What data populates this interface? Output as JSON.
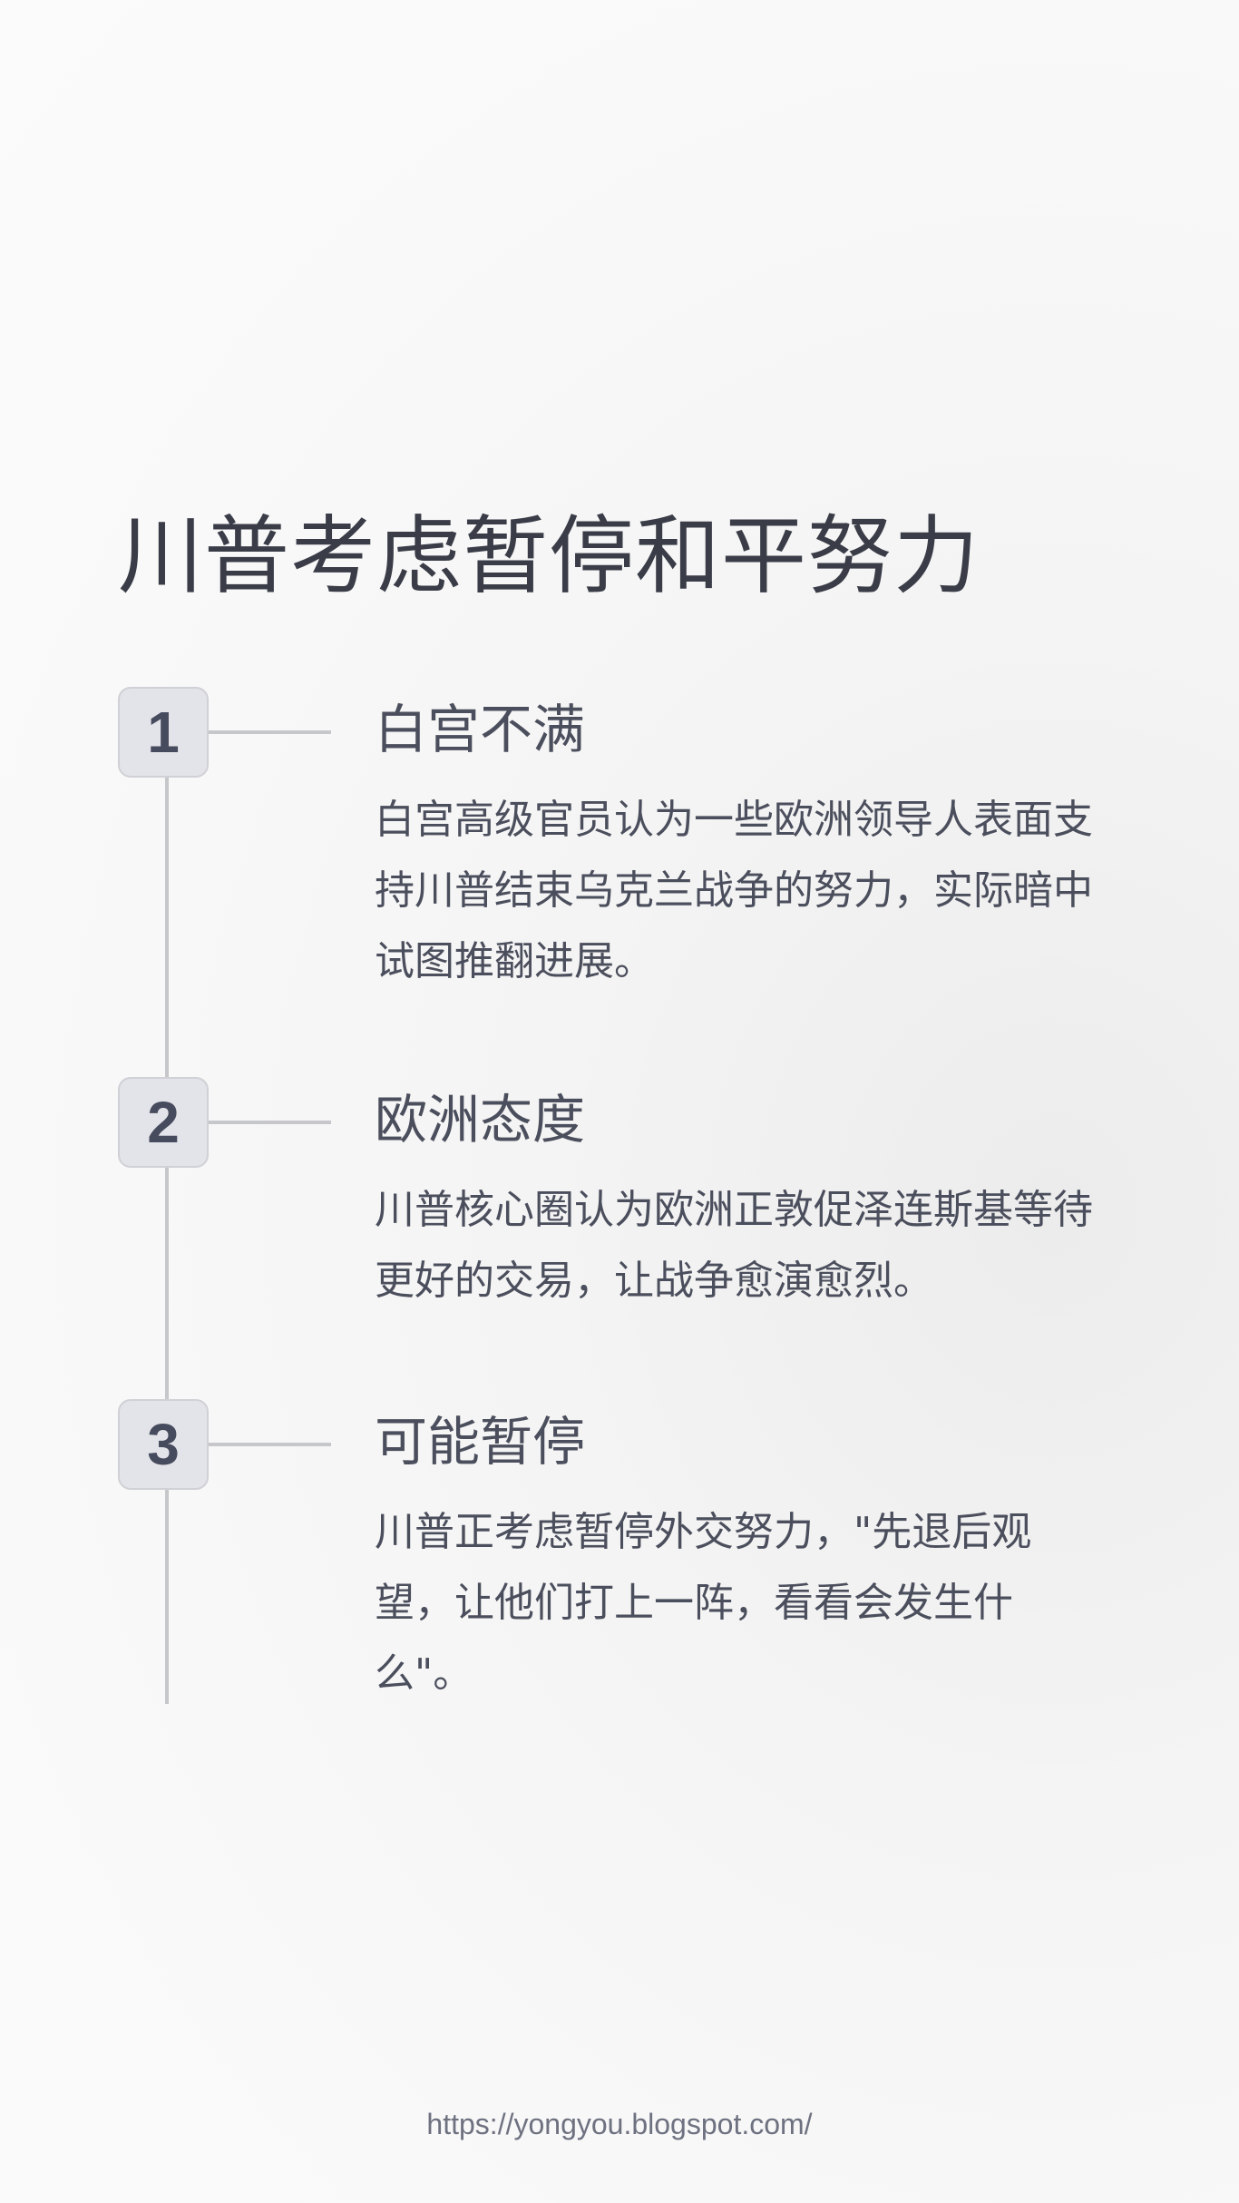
{
  "title": "川普考虑暂停和平努力",
  "steps": [
    {
      "number": "1",
      "heading": "白宫不满",
      "text": "白宫高级官员认为一些欧洲领导人表面支持川普结束乌克兰战争的努力，实际暗中试图推翻进展。"
    },
    {
      "number": "2",
      "heading": "欧洲态度",
      "text": "川普核心圈认为欧洲正敦促泽连斯基等待更好的交易，让战争愈演愈烈。"
    },
    {
      "number": "3",
      "heading": "可能暂停",
      "text": "川普正考虑暂停外交努力，\"先退后观望，让他们打上一阵，看看会发生什么\"。"
    }
  ],
  "footer": "https://yongyou.blogspot.com/"
}
